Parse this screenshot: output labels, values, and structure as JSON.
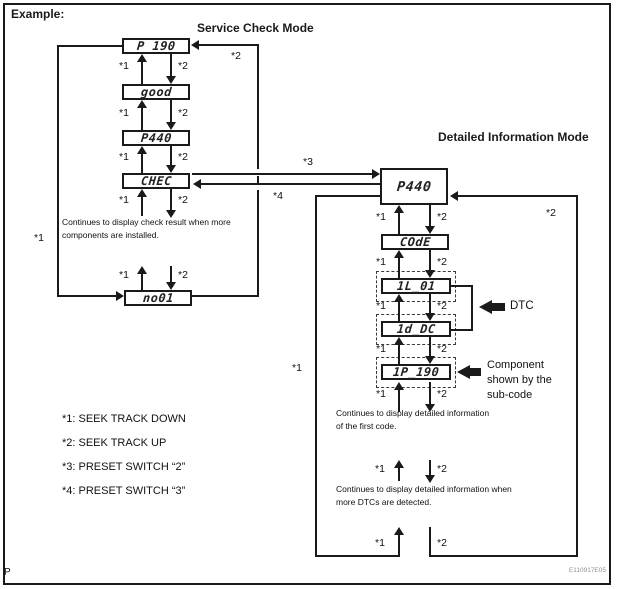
{
  "example_label": "Example:",
  "page_marker": "P",
  "figure_code": "E110917E05",
  "markers": {
    "s1": "*1",
    "s2": "*2",
    "s3": "*3",
    "s4": "*4"
  },
  "service_mode": {
    "title": "Service Check Mode",
    "displays": [
      "P 190",
      "good",
      "P440",
      "CHEC",
      "no01"
    ],
    "note": [
      "Continues to display check result when more",
      "components are installed."
    ]
  },
  "detailed_mode": {
    "title": "Detailed Information Mode",
    "displays": [
      "P440",
      "COdE",
      "1L_01",
      "1d_DC",
      "1P_190"
    ],
    "note_first_code": [
      "Continues to display detailed information",
      "of the first code."
    ],
    "note_more_dtcs": [
      "Continues to display detailed information when",
      "more DTCs are detected."
    ],
    "dtc_callout": "DTC",
    "component_callout": [
      "Component",
      "shown by the",
      "sub-code"
    ]
  },
  "legend": [
    "*1: SEEK TRACK DOWN",
    "*2: SEEK TRACK UP",
    "*3: PRESET SWITCH “2”",
    "*4: PRESET SWITCH “3”"
  ],
  "colors": {
    "line": "#1a1a1a",
    "background": "#ffffff"
  }
}
